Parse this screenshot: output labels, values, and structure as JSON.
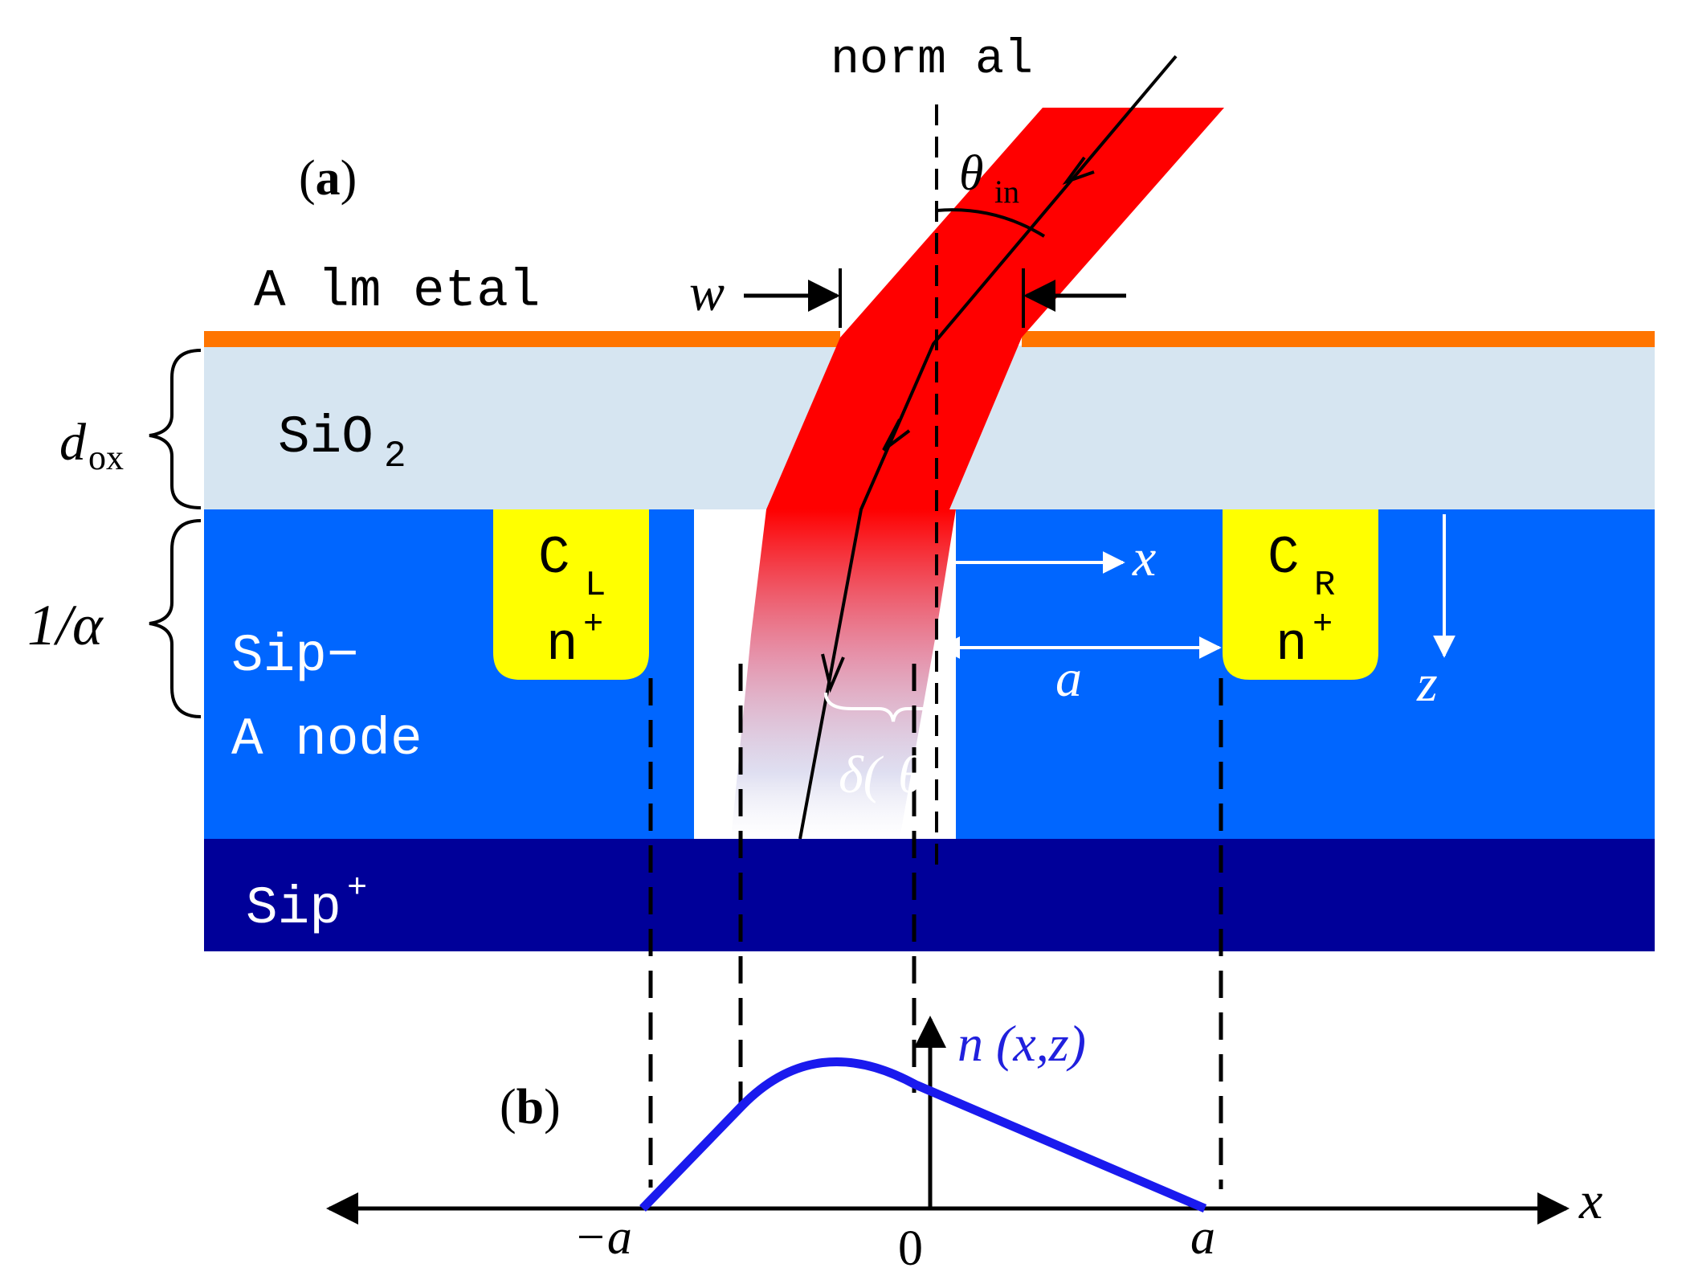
{
  "labels": {
    "panel_a": "(a)",
    "panel_b": "(b)",
    "normal": "norm al",
    "theta_in": "θ",
    "theta_in_sub": "in",
    "al_metal": "A lm etal",
    "w": "w",
    "sio2": "SiO",
    "sio2_sub": "2",
    "d_ox": "d",
    "d_ox_sub": "ox",
    "inv_alpha": "1/α",
    "si_p_minus": "Sip−",
    "anode": "A node",
    "si_p_plus": "Sip",
    "si_p_plus_sup": "+",
    "cl": "C",
    "cl_sub": "L",
    "cl_dop": "n",
    "cl_dop_sup": "+",
    "cr": "C",
    "cr_sub": "R",
    "cr_dop": "n",
    "cr_dop_sup": "+",
    "x_arrow": "x",
    "z_arrow": "z",
    "a_label": "a",
    "delta": "δ(",
    "delta_tail": "θ",
    "n_label": "n (x,z)",
    "axis_x": "x",
    "tick_neg_a": "−a",
    "tick_zero": "0",
    "tick_a": "a"
  },
  "colors": {
    "metal": "#ff7500",
    "oxide": "#d6e5f1",
    "si_p_minus": "#0066ff",
    "si_p_plus": "#000099",
    "contact": "#ffff00",
    "beam": "#ff0000",
    "profile": "#1a1aee",
    "n_label": "#2020dd"
  }
}
